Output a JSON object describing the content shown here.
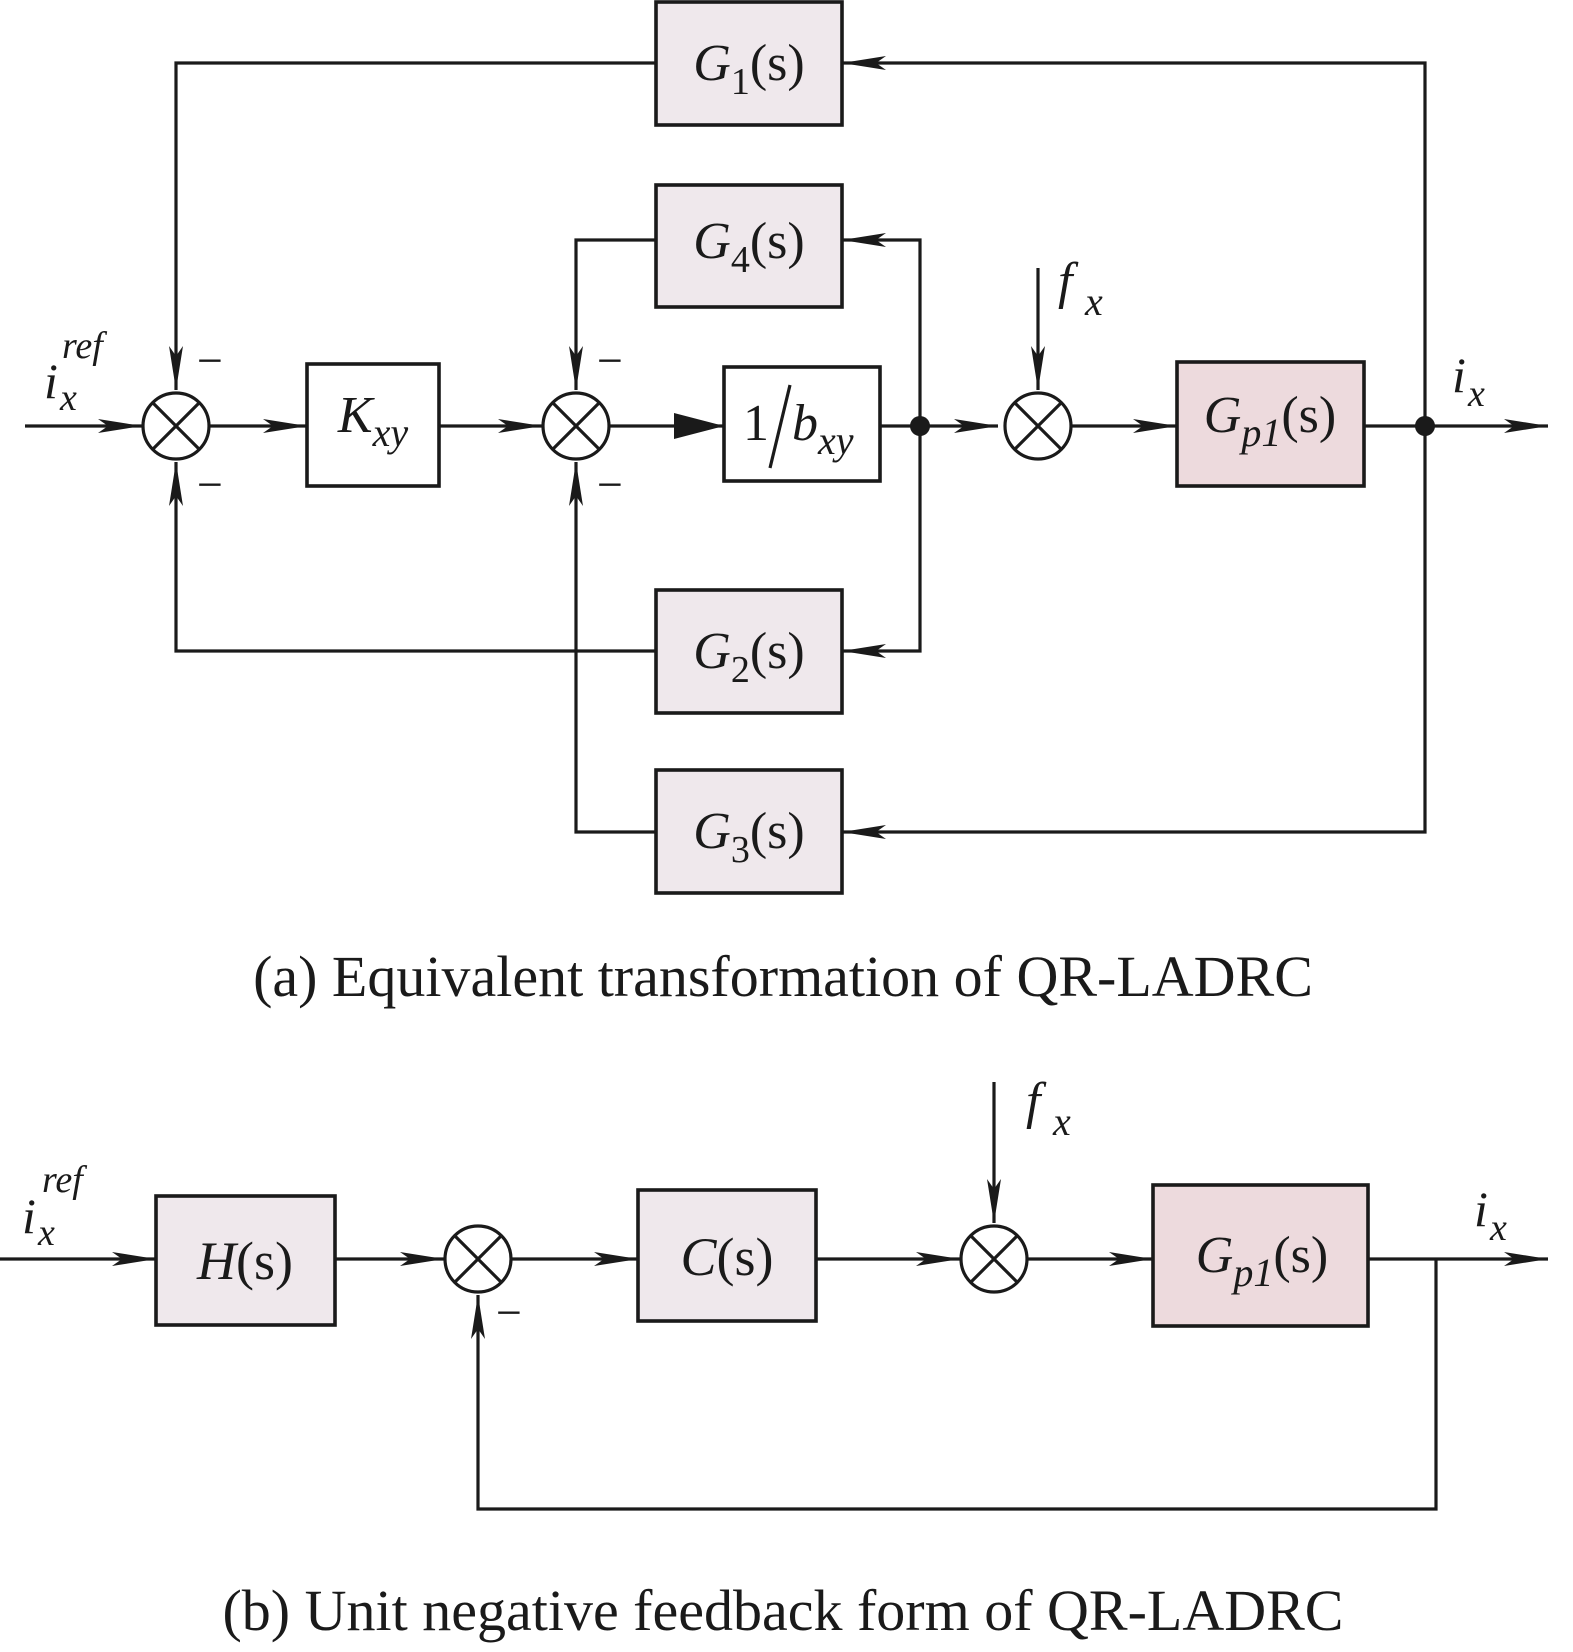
{
  "colors": {
    "line": "#1a1a1a",
    "block_fill": "#efe8ec",
    "plant_fill": "#eddadd",
    "plain_fill": "#ffffff"
  },
  "diagram_a": {
    "caption": "(a) Equivalent transformation of QR-LADRC",
    "input": {
      "main": "i",
      "sub": "x",
      "sup": "ref"
    },
    "output": {
      "main": "i",
      "sub": "x"
    },
    "disturbance": {
      "main": "f",
      "sub": "x"
    },
    "blocks": {
      "g1": {
        "main": "G",
        "sub": "1",
        "tail": "(s)"
      },
      "g2": {
        "main": "G",
        "sub": "2",
        "tail": "(s)"
      },
      "g3": {
        "main": "G",
        "sub": "3",
        "tail": "(s)"
      },
      "g4": {
        "main": "G",
        "sub": "4",
        "tail": "(s)"
      },
      "kxy": {
        "main": "K",
        "sub": "xy"
      },
      "inv_b": {
        "num": "1",
        "main": "b",
        "sub": "xy"
      },
      "plant": {
        "main": "G",
        "sub": "p1",
        "tail": "(s)"
      }
    },
    "signs": [
      "−",
      "−",
      "−",
      "−"
    ]
  },
  "diagram_b": {
    "caption": "(b) Unit negative feedback form of QR-LADRC",
    "input": {
      "main": "i",
      "sub": "x",
      "sup": "ref"
    },
    "output": {
      "main": "i",
      "sub": "x"
    },
    "disturbance": {
      "main": "f",
      "sub": "x"
    },
    "blocks": {
      "h": {
        "main": "H",
        "tail": "(s)"
      },
      "c": {
        "main": "C",
        "tail": "(s)"
      },
      "plant": {
        "main": "G",
        "sub": "p1",
        "tail": "(s)"
      }
    },
    "signs": [
      "−"
    ]
  }
}
